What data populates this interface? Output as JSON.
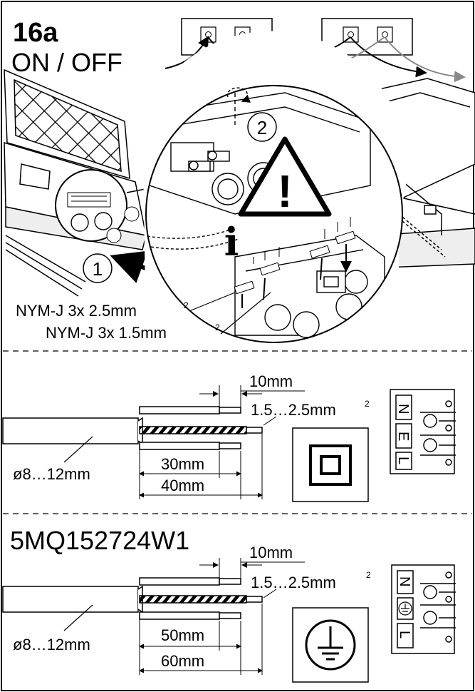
{
  "panel1": {
    "step_number": "16a",
    "switch_label": "ON / OFF",
    "callout_1": "1",
    "callout_2": "2",
    "info_glyph": "i",
    "warning_glyph": "!",
    "cable_a": "NYM-J 3x 2.5mm",
    "cable_a_sup": "2",
    "cable_b": "NYM-J 3x 1.5mm",
    "cable_b_sup": "2"
  },
  "panel2": {
    "strip_len": "10mm",
    "wire_cross_section": "1.5…2.5mm",
    "wire_cross_section_sup": "2",
    "cable_diameter": "ø8…12mm",
    "inner_len": "30mm",
    "outer_len": "40mm",
    "terminal_letters": [
      "N",
      "E",
      "L"
    ],
    "symbol": "class-ii-double-square-icon"
  },
  "panel3": {
    "model": "5MQ152724W1",
    "strip_len": "10mm",
    "wire_cross_section": "1.5…2.5mm",
    "wire_cross_section_sup": "2",
    "cable_diameter": "ø8…12mm",
    "inner_len": "50mm",
    "outer_len": "60mm",
    "terminal_letters": [
      "N",
      "L"
    ],
    "symbol": "protective-earth-icon"
  },
  "colors": {
    "ink": "#000000",
    "paper": "#ffffff",
    "dim_gray": "#888888"
  }
}
